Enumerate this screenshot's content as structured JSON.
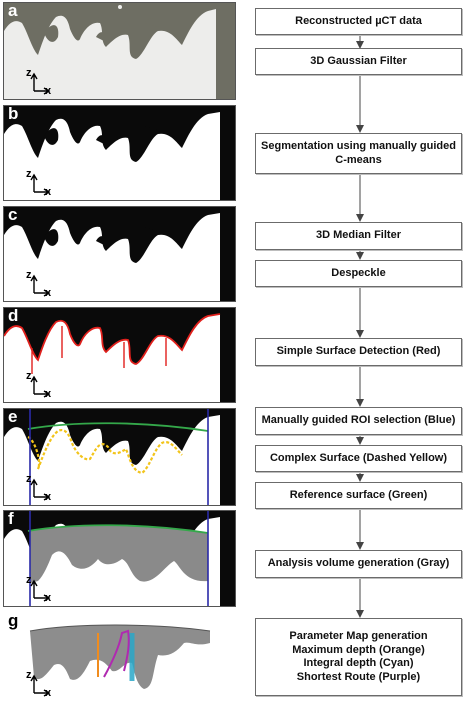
{
  "panels": [
    {
      "label": "a",
      "axis_z": "z",
      "axis_x": "x"
    },
    {
      "label": "b",
      "axis_z": "z",
      "axis_x": "x"
    },
    {
      "label": "c",
      "axis_z": "z",
      "axis_x": "x"
    },
    {
      "label": "d",
      "axis_z": "z",
      "axis_x": "x"
    },
    {
      "label": "e",
      "axis_z": "z",
      "axis_x": "x"
    },
    {
      "label": "f",
      "axis_z": "z",
      "axis_x": "x"
    },
    {
      "label": "g",
      "axis_z": "z",
      "axis_x": "x"
    }
  ],
  "steps": [
    {
      "label": "Reconstructed µCT data"
    },
    {
      "label": "3D Gaussian Filter"
    },
    {
      "label": "Segmentation using manually guided\nC-means"
    },
    {
      "label": "3D Median Filter"
    },
    {
      "label": "Despeckle"
    },
    {
      "label": "Simple Surface Detection (Red)"
    },
    {
      "label": "Manually guided ROI selection (Blue)"
    },
    {
      "label": "Complex Surface (Dashed Yellow)"
    },
    {
      "label": "Reference surface (Green)"
    },
    {
      "label": "Analysis volume generation (Gray)"
    },
    {
      "label": "Parameter Map generation\nMaximum depth (Orange)\nIntegral depth (Cyan)\nShortest Route (Purple)"
    }
  ],
  "colors": {
    "simple_surface": "#e0201c",
    "roi": "#2a2aa8",
    "complex_surface": "#f2c41a",
    "reference_surface": "#34a84a",
    "analysis_volume": "#8a8a8a",
    "max_depth": "#f08c1e",
    "integral_depth": "#2aa8c8",
    "shortest_route": "#b02ab0"
  }
}
